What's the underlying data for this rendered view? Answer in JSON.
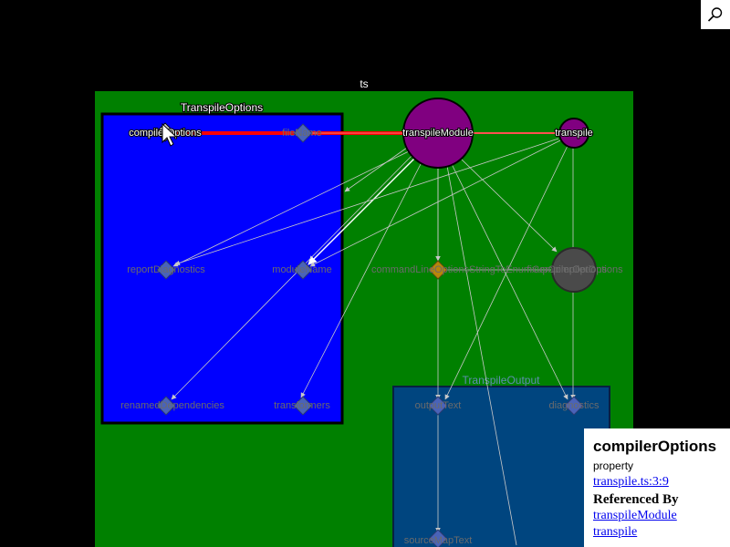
{
  "module": {
    "label": "ts",
    "color": "#008000"
  },
  "groups": {
    "transpile_options": {
      "label": "TranspileOptions",
      "color": "#0000ff"
    },
    "transpile_output": {
      "label": "TranspileOutput",
      "color": "#00457f"
    }
  },
  "nodes": {
    "compiler_options": "compilerOptions",
    "file_name": "fileName",
    "report_diagnostics": "reportDiagnostics",
    "module_name": "moduleName",
    "renamed_dependencies": "renamedDependencies",
    "transformers": "transformers",
    "transpile_module": "transpileModule",
    "transpile": "transpile",
    "command_line_options": "commandLineOptionsStringToEnumCompilerOptions",
    "fix_compiler_options": "fixupCompilerOptions",
    "output_text": "outputText",
    "diagnostics": "diagnostics",
    "source_map_text": "sourceMapText"
  },
  "colors": {
    "function_node": "#800080",
    "inactive_function_node": "#4a4a4a",
    "property_marker": "#4a63b8",
    "variable_marker": "#b8860b",
    "highlight_edge": "#ff0000",
    "edge": "#c8c8c8"
  },
  "search": {
    "icon": "search-icon"
  },
  "info_panel": {
    "title": "compilerOptions",
    "kind": "property",
    "location": "transpile.ts:3:9",
    "referenced_by_heading": "Referenced By",
    "referenced_by": [
      "transpileModule",
      "transpile"
    ]
  }
}
